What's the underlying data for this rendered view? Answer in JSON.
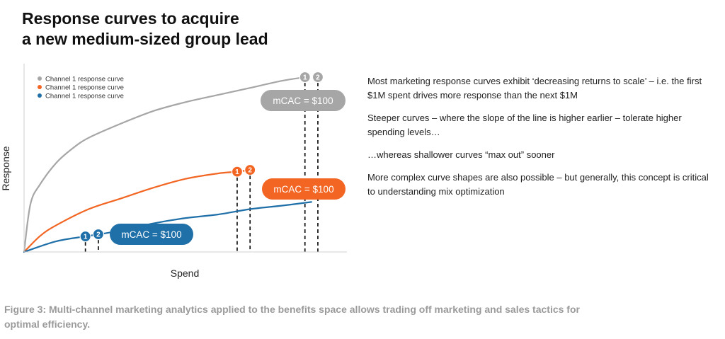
{
  "title_lines": [
    "Response curves to acquire",
    "a new medium-sized group lead"
  ],
  "bullets": [
    "Most marketing response curves exhibit ‘decreasing returns to scale’ – i.e. the first $1M spent drives more response than the next $1M",
    "Steeper curves – where the slope of the line is higher earlier – tolerate higher spending levels…",
    "…whereas shallower curves “max out” sooner",
    "More complex curve shapes are also possible – but generally, this concept is critical to understanding mix optimization"
  ],
  "caption": "Figure 3: Multi-channel marketing analytics applied to the benefits space allows trading off marketing and sales tactics for optimal efficiency.",
  "chart_data": {
    "type": "line",
    "xlabel": "Spend",
    "ylabel": "Response",
    "xlim": [
      0,
      100
    ],
    "ylim": [
      0,
      100
    ],
    "grid": false,
    "legend_position": "top-left",
    "series": [
      {
        "name": "Channel 1 response curve",
        "color": "#a6a6a6",
        "x": [
          0,
          2,
          5,
          10,
          15,
          20,
          30,
          40,
          50,
          60,
          70,
          80,
          87
        ],
        "y": [
          0,
          27,
          38,
          50,
          58,
          64,
          72,
          79,
          84,
          88,
          92,
          96,
          98
        ],
        "markers": [
          {
            "label": "1",
            "x": 87
          },
          {
            "label": "2",
            "x": 91
          }
        ],
        "callout": "mCAC = $100"
      },
      {
        "name": "Channel 1 response curve",
        "color": "#f26522",
        "x": [
          0,
          5,
          10,
          20,
          30,
          40,
          50,
          60,
          66,
          70
        ],
        "y": [
          0,
          9,
          15,
          24,
          30,
          36,
          41,
          44,
          45,
          46
        ],
        "markers": [
          {
            "label": "1",
            "x": 66
          },
          {
            "label": "2",
            "x": 70
          }
        ],
        "callout": "mCAC = $100"
      },
      {
        "name": "Channel 1 response curve",
        "color": "#1f6fa8",
        "x": [
          0,
          10,
          20,
          30,
          40,
          50,
          60,
          70,
          80,
          89
        ],
        "y": [
          0,
          6,
          9,
          12,
          16,
          19,
          21,
          24,
          26,
          28
        ],
        "markers": [
          {
            "label": "1",
            "x": 19
          },
          {
            "label": "2",
            "x": 23
          }
        ],
        "callout": "mCAC = $100"
      }
    ]
  }
}
